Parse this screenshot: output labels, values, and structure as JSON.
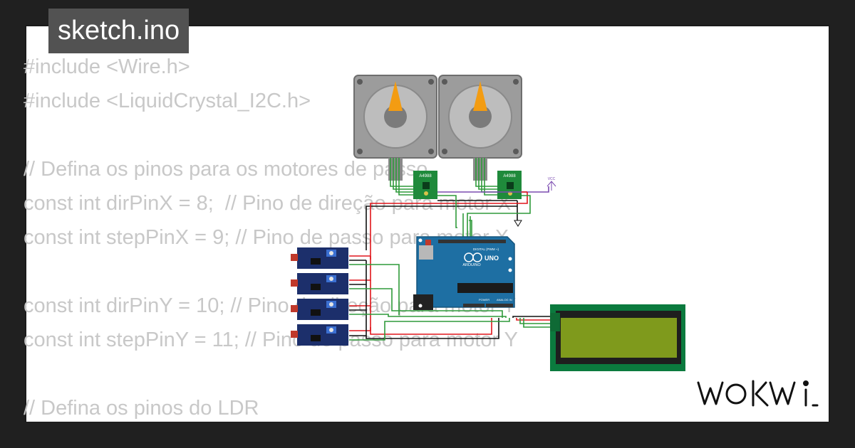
{
  "header": {
    "title": "sketch.ino"
  },
  "code": {
    "lines": [
      "#include <Wire.h>",
      "#include <LiquidCrystal_I2C.h>",
      "",
      "// Defina os pinos para os motores de passo",
      "const int dirPinX = 8;  // Pino de direção para motor X",
      "const int stepPinX = 9; // Pino de passo para motor X",
      "",
      "const int dirPinY = 10; // Pino de direção para motor Y",
      "const int stepPinY = 11; // Pino de passo para motor Y",
      "",
      "// Defina os pinos do LDR"
    ]
  },
  "circuit": {
    "driver_label": "A4988",
    "vcc_label": "VCC",
    "arduino": {
      "brand": "ARDUINO",
      "model": "UNO",
      "digital_label": "DIGITAL (PWM ~)",
      "power_label": "POWER",
      "analog_label": "ANALOG IN"
    }
  },
  "brand": {
    "logo_text": "WOKWI"
  },
  "colors": {
    "background": "#202020",
    "panel": "#ffffff",
    "code_text": "#c8c8c8",
    "title_tab": "#525252",
    "arduino_blue": "#1e6fa3",
    "lcd_border": "#0b7a3e",
    "lcd_screen": "#7f9a1c",
    "driver_green": "#1f8a3b",
    "ldr_module": "#1c2f6b",
    "wire_red": "#e0151b",
    "wire_green": "#2f9a3a",
    "wire_black": "#111111",
    "motor_pointer": "#f39c12"
  }
}
